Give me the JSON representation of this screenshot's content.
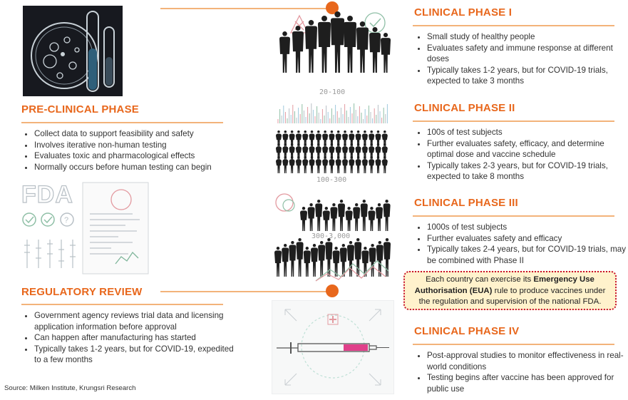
{
  "preclinical": {
    "title": "PRE-CLINICAL PHASE",
    "bullets": [
      "Collect data to support feasibility and safety",
      "Involves iterative non-human testing",
      "Evaluates toxic and pharmacological effects",
      "Normally occurs before human testing can begin"
    ]
  },
  "regulatory": {
    "title": "REGULATORY REVIEW",
    "bullets": [
      "Government agency reviews trial data and licensing application information before approval",
      "Can happen after manufacturing has started",
      "Typically takes 1-2 years, but for COVID-19, expedited to a few months"
    ]
  },
  "phase1": {
    "title": "CLINICAL PHASE I",
    "bullets": [
      "Small study of healthy people",
      "Evaluates safety and immune response at different doses",
      "Typically takes 1-2 years, but for COVID-19 trials, expected to take 3 months"
    ]
  },
  "phase2": {
    "title": "CLINICAL PHASE II",
    "bullets": [
      "100s of test subjects",
      "Further evaluates safety, efficacy, and determine optimal dose and vaccine schedule",
      "Typically takes 2-3 years, but for COVID-19 trials, expected to take 8 months"
    ]
  },
  "phase3": {
    "title": "CLINICAL PHASE III",
    "bullets": [
      "1000s of test subjects",
      "Further evaluates safety and efficacy",
      "Typically takes 2-4 years, but for COVID-19 trials, may be combined with Phase II"
    ]
  },
  "phase4": {
    "title": "CLINICAL PHASE IV",
    "bullets": [
      "Post-approval studies to monitor effectiveness in real-world conditions",
      "Testing begins after vaccine has been approved for public use"
    ]
  },
  "eua": {
    "pre": "Each country can exercise its ",
    "bold": "Emergency Use Authorisation (EUA)",
    "post": " rule to produce vaccines under the regulation and supervision of the national FDA."
  },
  "counts": {
    "phase1": "20-100",
    "phase2": "100-300",
    "phase3": "300-3,000"
  },
  "fda_logo": "FDA",
  "source": "Source: Milken Institute, Krungsri Research",
  "colors": {
    "accent": "#e8671c",
    "rule": "#f3b37a",
    "eua_border": "#c8102e",
    "eua_fill": "#fff2cc",
    "syringe_pink": "#e0408a"
  }
}
